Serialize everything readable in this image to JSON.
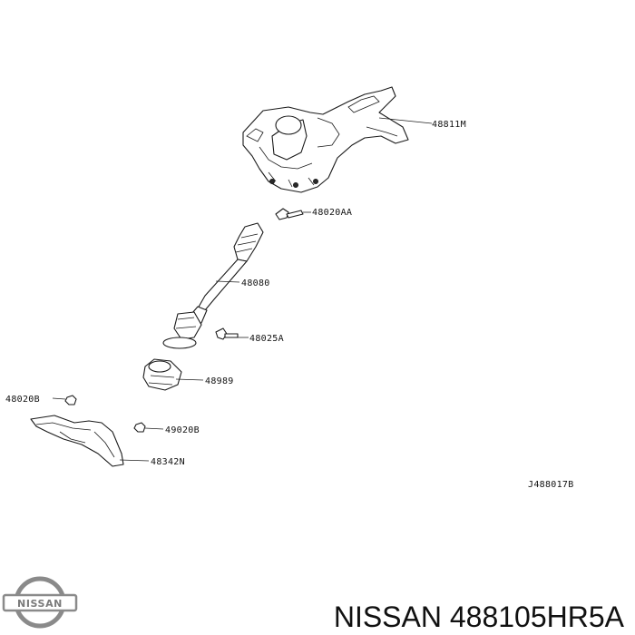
{
  "diagram": {
    "callouts": {
      "p48811M": "48811M",
      "p48020AA": "48020AA",
      "p48080": "48080",
      "p48025A": "48025A",
      "p48989": "48989",
      "p48020B_left": "48020B",
      "p49020B": "49020B",
      "p48342N": "48342N"
    },
    "diagram_code": "J488017B"
  },
  "footer": {
    "brand": "NISSAN",
    "part_number_caption": "NISSAN 488105HR5A"
  },
  "colors": {
    "ink": "#1a1a1a",
    "background": "#ffffff",
    "logo_gray": "#8a8a8a"
  }
}
